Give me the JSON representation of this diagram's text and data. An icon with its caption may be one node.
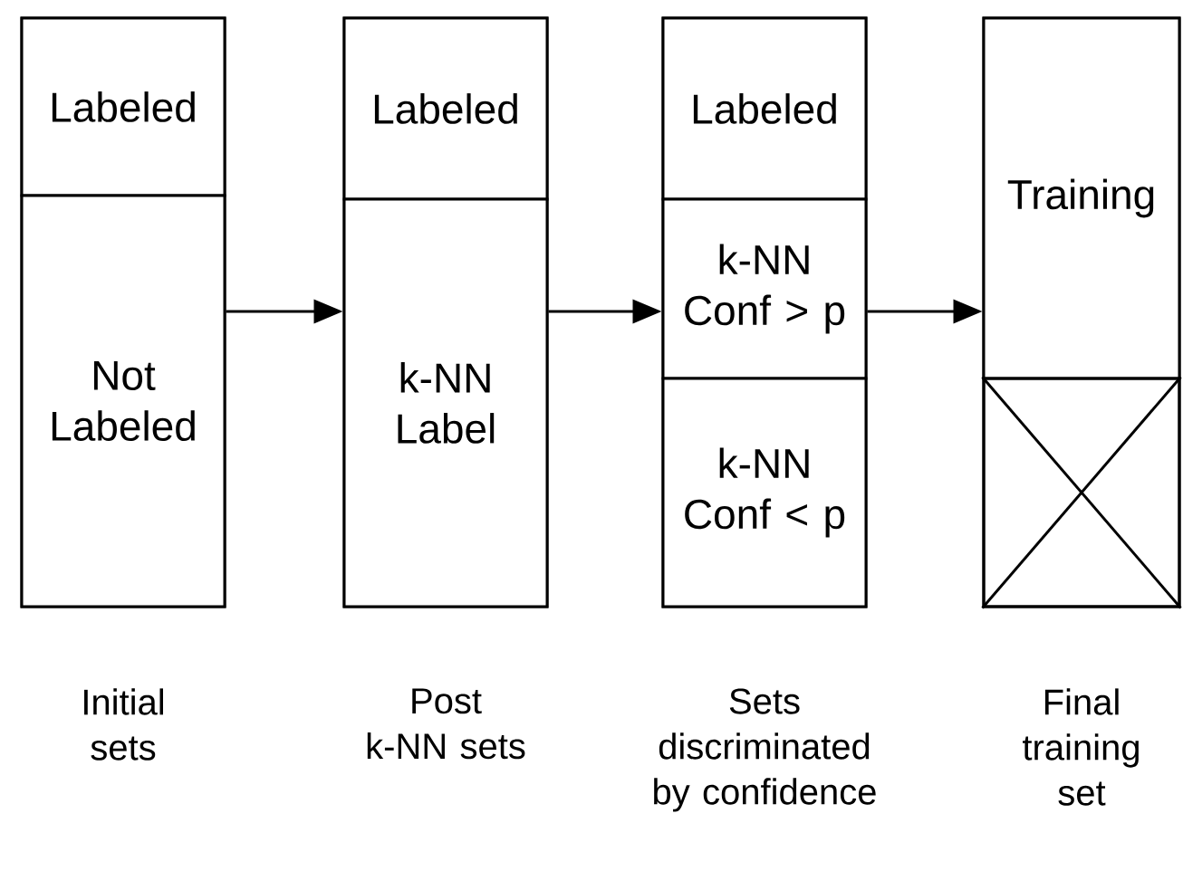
{
  "diagram": {
    "nodes": [
      {
        "text": [],
        "shape": "box",
        "beside": [
          "Initial sets"
        ]
      },
      {
        "text": [
          "Labeled"
        ],
        "in": 0
      },
      {
        "text": [
          "Not Labeled"
        ],
        "in": 0
      },
      {
        "text": [],
        "shape": "box",
        "beside": [
          "Post k-NN sets"
        ]
      },
      {
        "text": [
          "Labeled"
        ],
        "in": 3
      },
      {
        "text": [
          "k-NN Label"
        ],
        "in": 3
      },
      {
        "text": [],
        "shape": "box",
        "beside": [
          "Sets discriminated by confidence"
        ]
      },
      {
        "text": [
          "Labeled"
        ],
        "in": 6
      },
      {
        "text": [
          "k-NN Conf > p"
        ],
        "in": 6
      },
      {
        "text": [
          "k-NN Conf < p"
        ],
        "in": 6
      },
      {
        "text": [],
        "shape": "box",
        "beside": [
          "Final training set"
        ]
      },
      {
        "text": [
          "Training"
        ],
        "in": 10
      },
      {
        "text": [],
        "shape": "box",
        "in": 10
      }
    ],
    "edges": [
      {
        "from": 2,
        "to": 5,
        "arrow": "to"
      },
      {
        "from": 5,
        "to": 8,
        "arrow": "to"
      },
      {
        "from": 8,
        "to": 11,
        "arrow": "to"
      }
    ]
  }
}
